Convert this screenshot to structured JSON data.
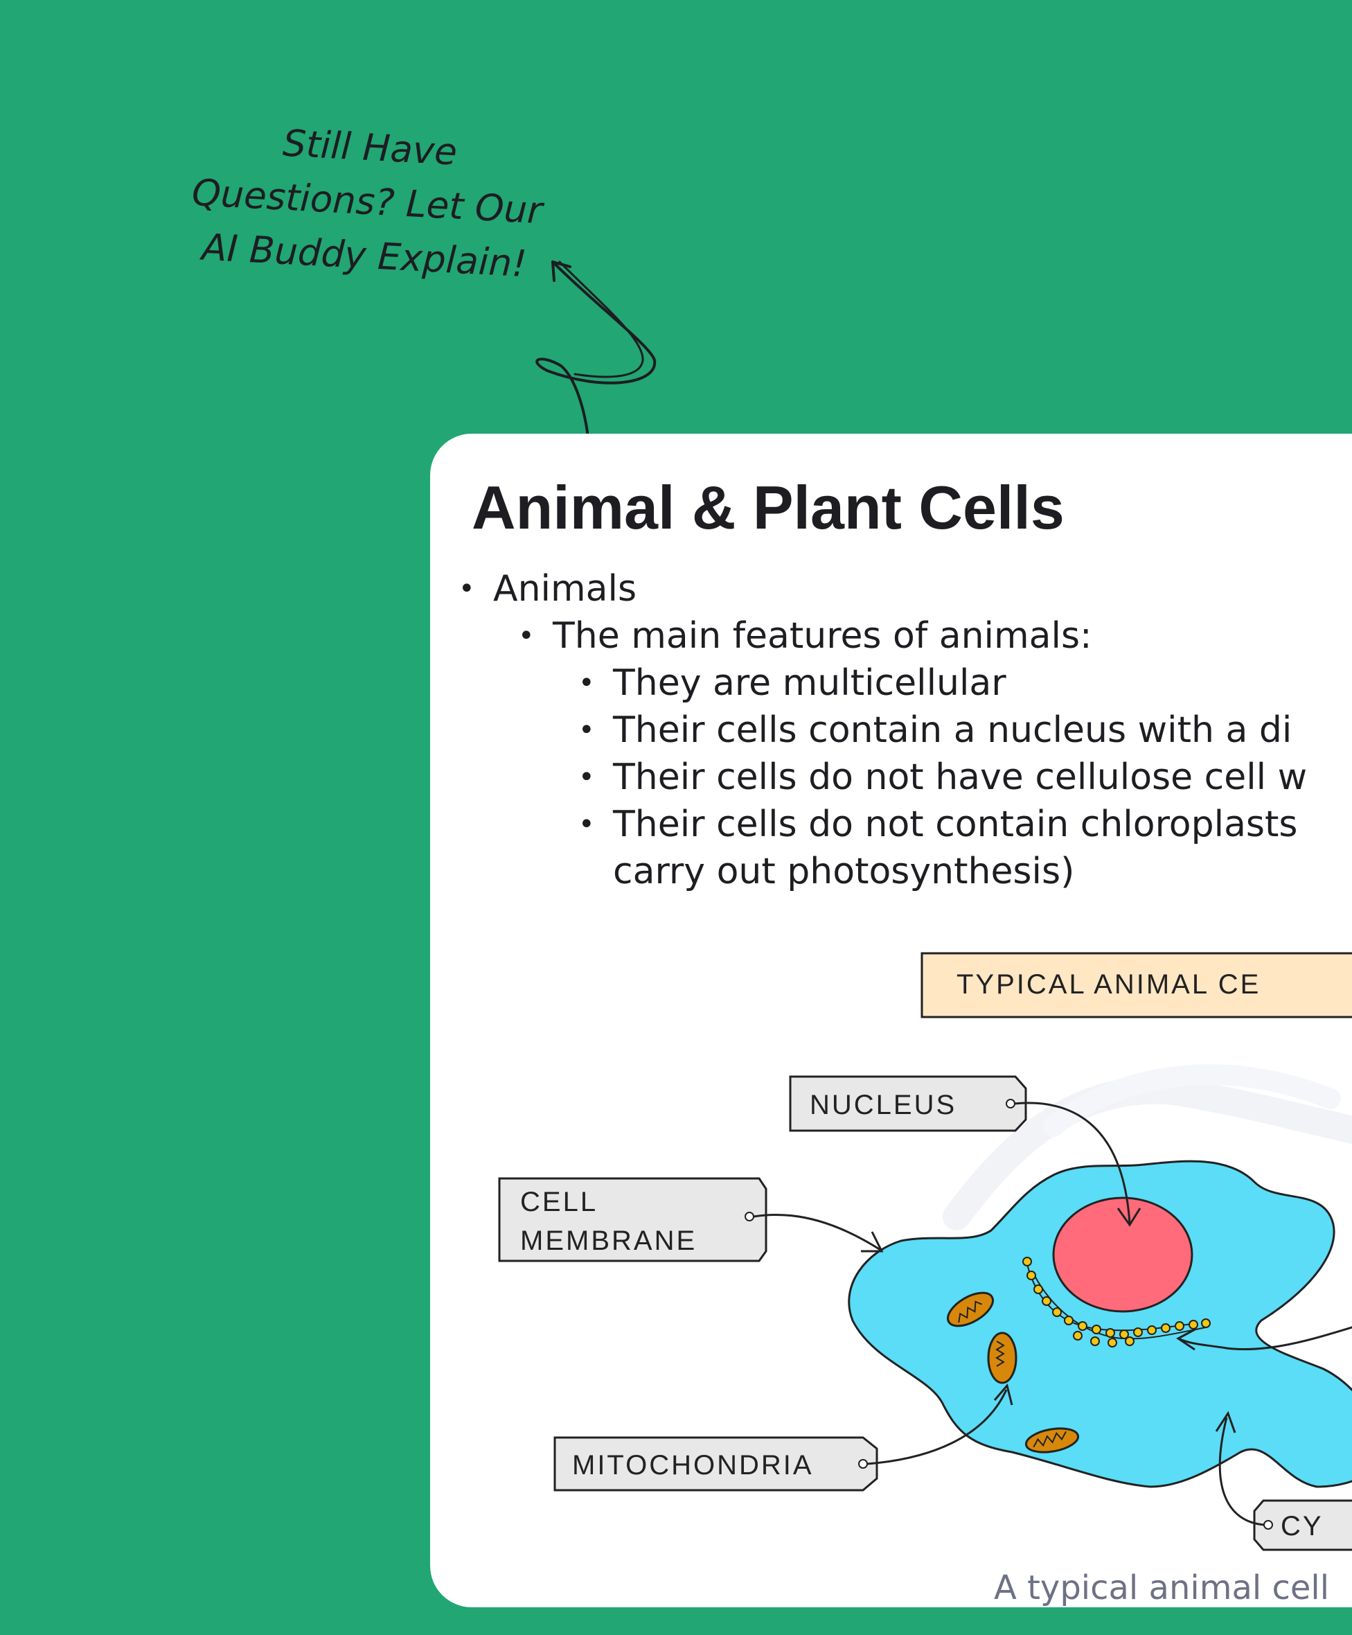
{
  "callout": {
    "lines": [
      "Still Have",
      "Questions? Let Our",
      "AI Buddy Explain!"
    ]
  },
  "card": {
    "title": "Animal & Plant Cells",
    "bullets": [
      {
        "level": 1,
        "text": "Animals"
      },
      {
        "level": 2,
        "text": "The main features of animals:"
      },
      {
        "level": 3,
        "text": "They are multicellular"
      },
      {
        "level": 3,
        "text": "Their cells contain a nucleus with a di"
      },
      {
        "level": 3,
        "text": "Their cells do not have cellulose cell w"
      },
      {
        "level": 3,
        "text": "Their cells do not contain chloroplasts"
      },
      {
        "level": 3,
        "text": "carry out photosynthesis)",
        "continuation": true
      }
    ],
    "diagram": {
      "heading": "TYPICAL   ANIMAL   CE",
      "labels": {
        "nucleus": "NUCLEUS",
        "cell_membrane_1": "CELL",
        "cell_membrane_2": "MEMBRANE",
        "mitochondria": "MITOCHONDRIA",
        "cytoplasm": "CY"
      },
      "colors": {
        "cytoplasm": "#5bdcf7",
        "nucleus": "#ff6b7a",
        "mitochondria": "#d7880a",
        "heading_box": "#ffe7c4",
        "label_box": "#e8e8e8"
      }
    },
    "caption": "A typical animal cell"
  }
}
